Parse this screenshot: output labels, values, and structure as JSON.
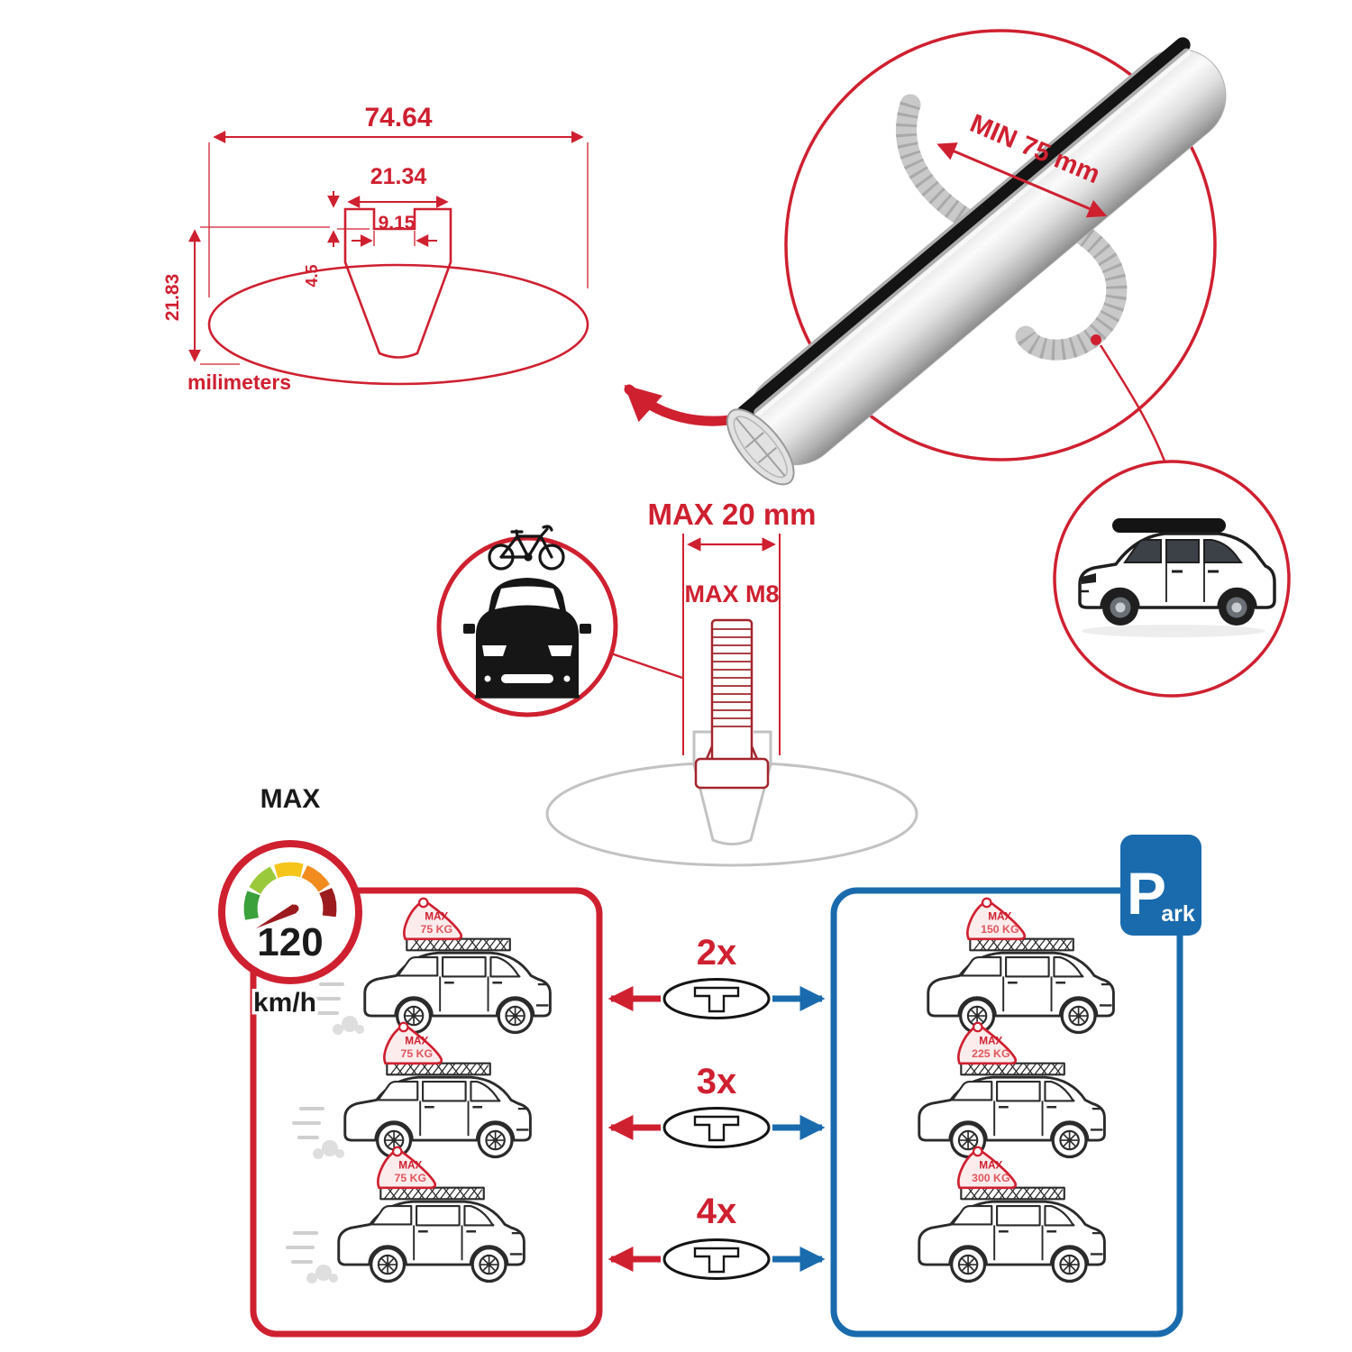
{
  "colors": {
    "red": "#CF2030",
    "blue": "#1A6BAD",
    "gray": "#C2C2C2",
    "dark": "#1A1A1A"
  },
  "cross_section": {
    "dim_outer_width": "74.64",
    "dim_channel_width": "21.34",
    "dim_slot_width": "9.15",
    "dim_slot_depth": "4.5",
    "dim_height": "21.83",
    "units": "milimeters"
  },
  "bar_detail": {
    "min_span": "MIN 75 mm"
  },
  "bolt_spec": {
    "max_width": "MAX 20 mm",
    "max_thread": "MAX M8"
  },
  "speed_limit": {
    "label": "MAX",
    "value": "120",
    "units": "km/h"
  },
  "parking_sign": {
    "p": "P",
    "ark": "ark"
  },
  "driving_cars": [
    {
      "max": "MAX",
      "load": "75 KG"
    },
    {
      "max": "MAX",
      "load": "75 KG"
    },
    {
      "max": "MAX",
      "load": "75 KG"
    }
  ],
  "bar_counts": [
    {
      "qty": "2x"
    },
    {
      "qty": "3x"
    },
    {
      "qty": "4x"
    }
  ],
  "parked_cars": [
    {
      "max": "MAX",
      "load": "150 KG"
    },
    {
      "max": "MAX",
      "load": "225 KG"
    },
    {
      "max": "MAX",
      "load": "300 KG"
    }
  ]
}
